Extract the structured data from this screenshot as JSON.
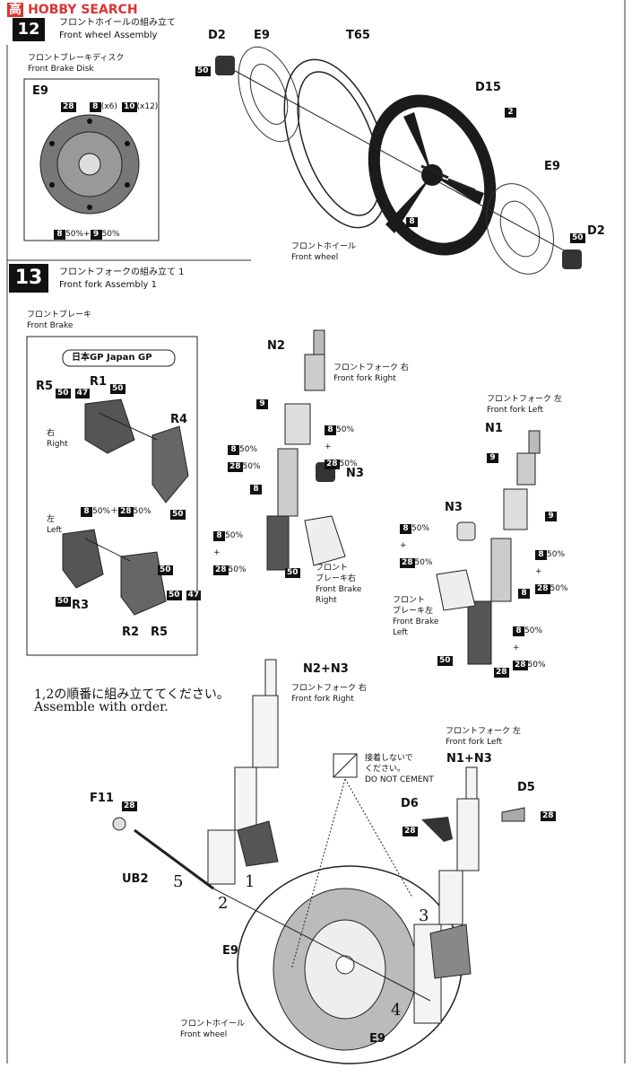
{
  "watermark": {
    "text": "HOBBY SEARCH",
    "logo": "高"
  },
  "step12": {
    "title_jp": "フロントホイールの組み立て",
    "title_en": "Front wheel Assembly"
  },
  "disk_box": {
    "label_jp": "フロントブレーキディスク",
    "label_en": "Front Brake Disk",
    "part": "E9",
    "paint1": "28",
    "paint2": "8",
    "paint2_note": "(x6)",
    "paint3": "10",
    "paint3_note": "(x12)",
    "mix_a": "8",
    "mix_a_pct": "50%",
    "plus": "+",
    "mix_b": "9",
    "mix_b_pct": "50%"
  },
  "wheel_parts": {
    "d2_top": "D2",
    "e9_top": "E9",
    "t65": "T65",
    "d15": "D15",
    "code2": "2",
    "e9_right": "E9",
    "code50_top": "50",
    "code50_right": "50",
    "d2_right": "D2",
    "code8": "8",
    "front_wheel_jp": "フロントホイール",
    "front_wheel_en": "Front wheel"
  },
  "step13": {
    "number": "13",
    "title_jp": "フロントフォークの組み立て 1",
    "title_en": "Front fork Assembly 1"
  },
  "brake_box": {
    "label_jp": "フロントブレーキ",
    "label_en": "Front Brake",
    "gp_title": "日本GP Japan GP",
    "r5": "R5",
    "c50a": "50",
    "c47a": "47",
    "r1": "R1",
    "c50b": "50",
    "right_jp": "右",
    "right_en": "Right",
    "r4": "R4",
    "c50c": "50",
    "mix": "50%＋",
    "mix_a": "8",
    "mix_b": "28",
    "mix_b_pct": "50%",
    "left_jp": "左",
    "left_en": "Left",
    "c50d": "50",
    "c50e": "50",
    "r3": "R3",
    "r2": "R2",
    "c50f": "50",
    "c47b": "47",
    "r5b": "R5"
  },
  "fork_right": {
    "n2": "N2",
    "label_jp": "フロントフォーク 右",
    "label_en": "Front fork Right",
    "code9": "9",
    "mixA_top": "8",
    "pct_top": "50%",
    "mixB_top": "28",
    "plus": "+",
    "n3": "N3",
    "mixA_left": "8",
    "pctA_left": "50%",
    "mixB_left": "28",
    "pctB_left": "50%",
    "code8": "8",
    "mixA_low": "8",
    "mixB_low": "28",
    "code50": "50",
    "brake_jp1": "フロント",
    "brake_jp2": "ブレーキ右",
    "brake_en1": "Front Brake",
    "brake_en2": "Right"
  },
  "fork_left": {
    "label_jp": "フロントフォーク 左",
    "label_en": "Front fork Left",
    "n1": "N1",
    "code9a": "9",
    "code9b": "9",
    "n3": "N3",
    "mixA": "8",
    "pctA": "50%",
    "mixB": "28",
    "plus": "+",
    "code8": "8",
    "brake_jp1": "フロント",
    "brake_jp2": "ブレーキ左",
    "brake_en1": "Front Brake",
    "brake_en2": "Left",
    "code50": "50",
    "code28": "28"
  },
  "bottom": {
    "order_jp": "1,2の順番に組み立ててください。",
    "order_en": "Assemble with order.",
    "n2n3": "N2+N3",
    "fork_right_jp": "フロントフォーク 右",
    "fork_right_en": "Front fork Right",
    "fork_left_jp": "フロントフォーク 左",
    "fork_left_en": "Front fork Left",
    "n1n3": "N1+N3",
    "dont_jp1": "接着しないで",
    "dont_jp2": "ください。",
    "dont_en": "DO NOT CEMENT",
    "d6": "D6",
    "d5": "D5",
    "c28a": "28",
    "c28b": "28",
    "c28c": "28",
    "f11": "F11",
    "ub2": "UB2",
    "n1": "1",
    "n2": "2",
    "n3": "3",
    "n4": "4",
    "n5": "5",
    "e9a": "E9",
    "e9b": "E9",
    "front_wheel_jp": "フロントホイール",
    "front_wheel_en": "Front wheel"
  }
}
